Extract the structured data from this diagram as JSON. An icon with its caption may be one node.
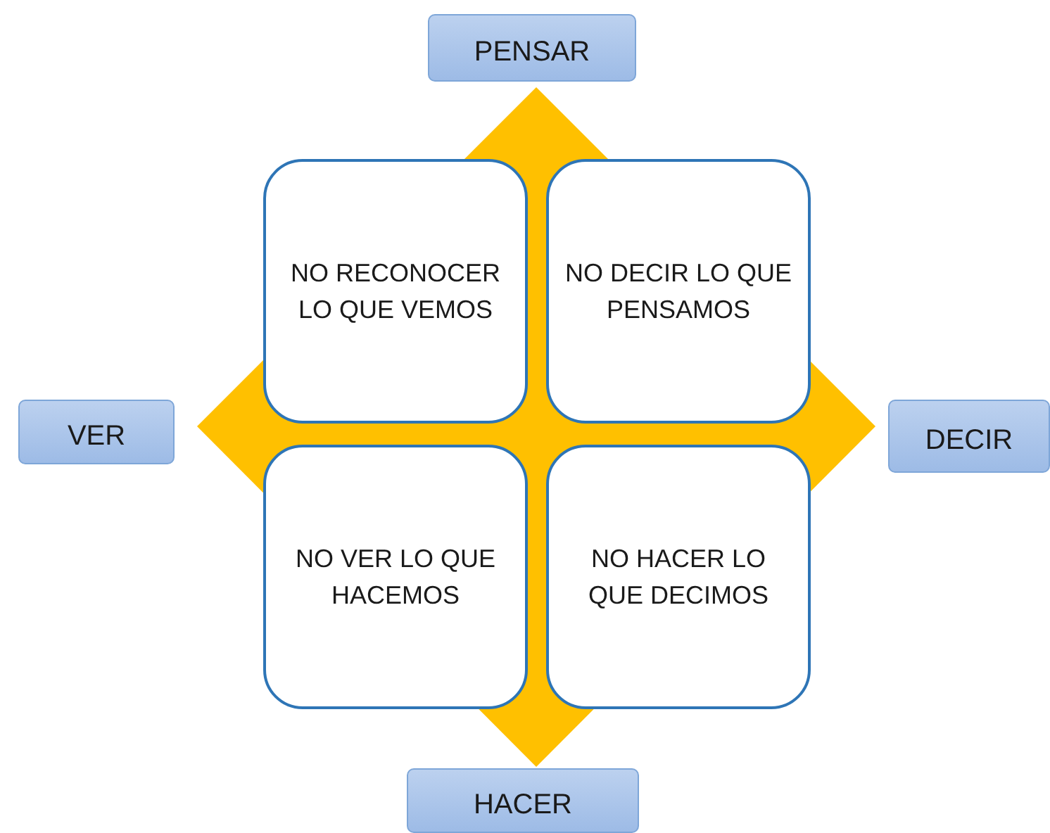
{
  "diagram": {
    "nodes": [
      {
        "text": [
          "PENSAR"
        ]
      },
      {
        "text": [
          "NO RECONOCER LO QUE VEMOS"
        ]
      },
      {
        "text": [
          "NO DECIR LO QUE PENSAMOS"
        ]
      },
      {
        "text": [
          "VER"
        ]
      },
      {
        "text": [
          "DECIR"
        ]
      },
      {
        "text": [
          "NO VER LO QUE HACEMOS"
        ]
      },
      {
        "text": [
          "NO HACER LO QUE DECIMOS"
        ]
      },
      {
        "text": [
          "HACER"
        ]
      }
    ]
  }
}
